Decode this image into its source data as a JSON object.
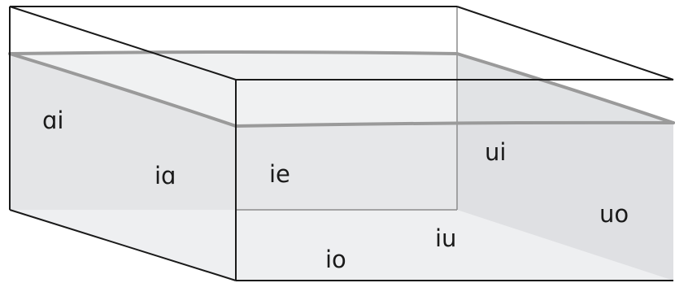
{
  "labels": {
    "ai": "ɑi",
    "ia": "iɑ",
    "ie": "ie",
    "ui": "ui",
    "uo": "uo",
    "iu": "iu",
    "io": "io"
  },
  "colors": {
    "water_fill": "#e4e5e7",
    "water_top": "#f0f1f2",
    "water_surface_edge": "#9a9a9a",
    "outline": "#1a1a1a",
    "hidden_edge": "#8c8c8c"
  }
}
